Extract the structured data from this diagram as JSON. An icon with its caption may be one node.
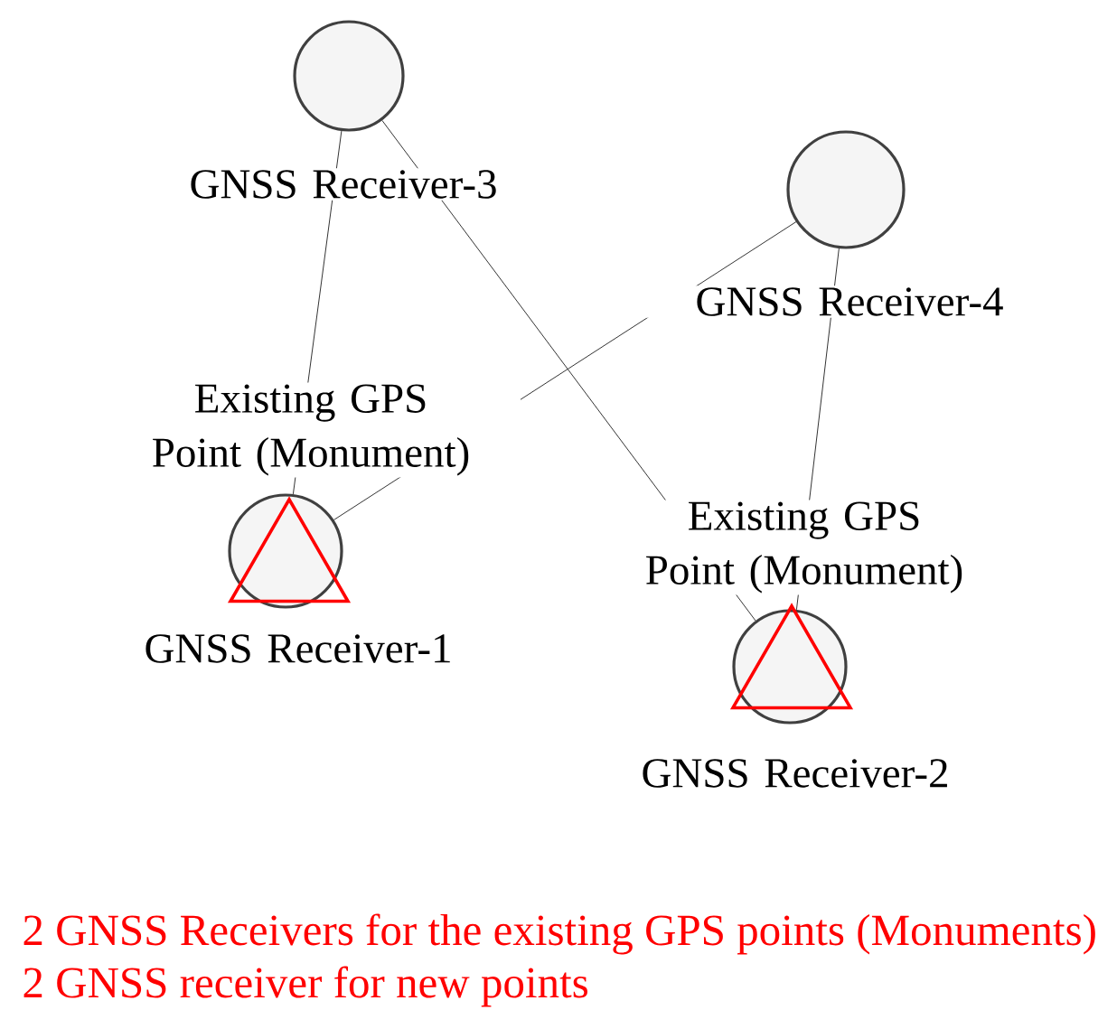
{
  "diagram": {
    "nodes": [
      {
        "text": [
          "GNSS Receiver-3"
        ]
      },
      {
        "text": [
          "GNSS Receiver-4"
        ]
      },
      {
        "text": [
          "Existing GPS Point (Monument)",
          "GNSS Receiver-1"
        ]
      },
      {
        "text": [
          "Existing GPS Point (Monument)",
          "GNSS Receiver-2"
        ]
      }
    ],
    "edges": [
      {
        "from": 0,
        "to": 2,
        "arrow": "none"
      },
      {
        "from": 0,
        "to": 3,
        "arrow": "none"
      },
      {
        "from": 1,
        "to": 2,
        "arrow": "none"
      },
      {
        "from": 1,
        "to": 3,
        "arrow": "none"
      }
    ],
    "labels": [
      "2 GNSS Receivers  for the existing GPS points (Monuments)",
      "2 GNSS receiver for new points"
    ]
  }
}
